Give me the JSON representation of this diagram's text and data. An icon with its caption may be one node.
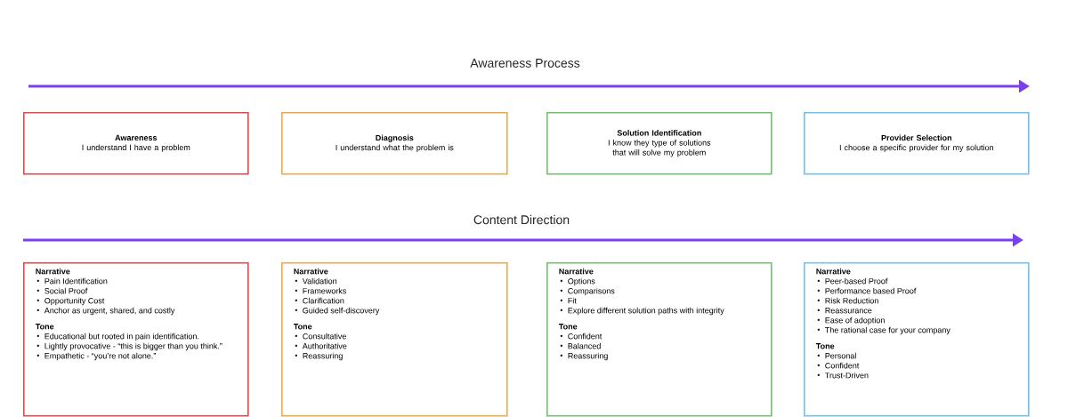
{
  "diagram": {
    "nodes": [
      {
        "text": [
          "Awareness",
          "I understand I have a problem"
        ]
      },
      {
        "text": [
          "Diagnosis",
          "I understand what the problem is"
        ]
      },
      {
        "text": [
          "Solution Identification",
          "I know they type of solutions that will solve my problem"
        ]
      },
      {
        "text": [
          "Provider Selection",
          "I choose a specific provider for my solution"
        ]
      },
      {
        "text": [
          "Narrative",
          "Pain Identification",
          "Social Proof",
          "Opportunity Cost",
          "Anchor as urgent, shared, and costly",
          "Tone",
          "Educational but rooted in pain identification.",
          "Lightly provocative - “this is bigger than you think.”",
          "Empathetic - “you’re not alone.”"
        ]
      },
      {
        "text": [
          "Narrative",
          "Validation",
          "Frameworks",
          "Clarification",
          "Guided self-discovery",
          "Tone",
          "Consultative",
          "Authoritative",
          "Reassuring"
        ]
      },
      {
        "text": [
          "Narrative",
          "Options",
          "Comparisons",
          "Fit",
          "Explore different solution paths with integrity",
          "Tone",
          "Confident",
          "Balanced",
          "Reassuring"
        ]
      },
      {
        "text": [
          "Narrative",
          "Peer-based Proof",
          "Performance based Proof",
          "Risk Reduction",
          "Reassurance",
          "Ease of adoption",
          "The rational case for your company",
          "Tone",
          "Personal",
          "Confident",
          "Trust-Driven"
        ]
      }
    ],
    "labels": [
      "Awareness Process",
      "Content Direction"
    ]
  }
}
